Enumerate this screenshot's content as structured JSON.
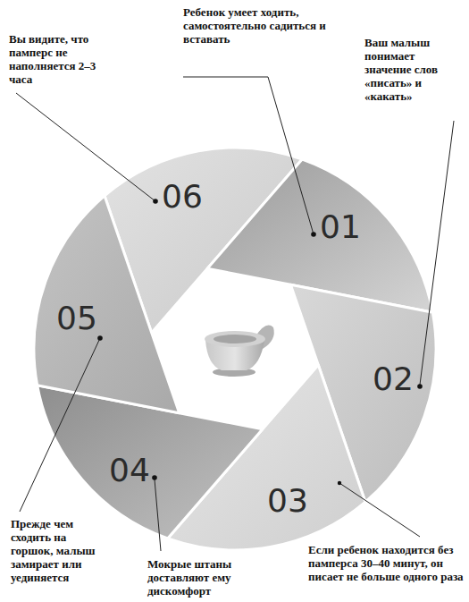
{
  "diagram": {
    "nodes": [
      {
        "text": [
          "01"
        ]
      },
      {
        "text": [
          "02"
        ]
      },
      {
        "text": [
          "03"
        ]
      },
      {
        "text": [
          "04"
        ]
      },
      {
        "text": [
          "05"
        ]
      },
      {
        "text": [
          "06"
        ]
      }
    ],
    "labels": [
      "Ребенок умеет ходить, самостоятельно садиться и вставать",
      "Ваш малыш понимает значение слов «писать» и «какать»",
      "Если ребенок находится без памперса 30–40 минут, он писает не больше одного раза",
      "Мокрые штаны доставляют ему дискомфорт",
      "Прежде чем сходить на горшок, малыш замирает или уединяется",
      "Вы видите, что памперс не наполняется 2–3 часа"
    ]
  }
}
